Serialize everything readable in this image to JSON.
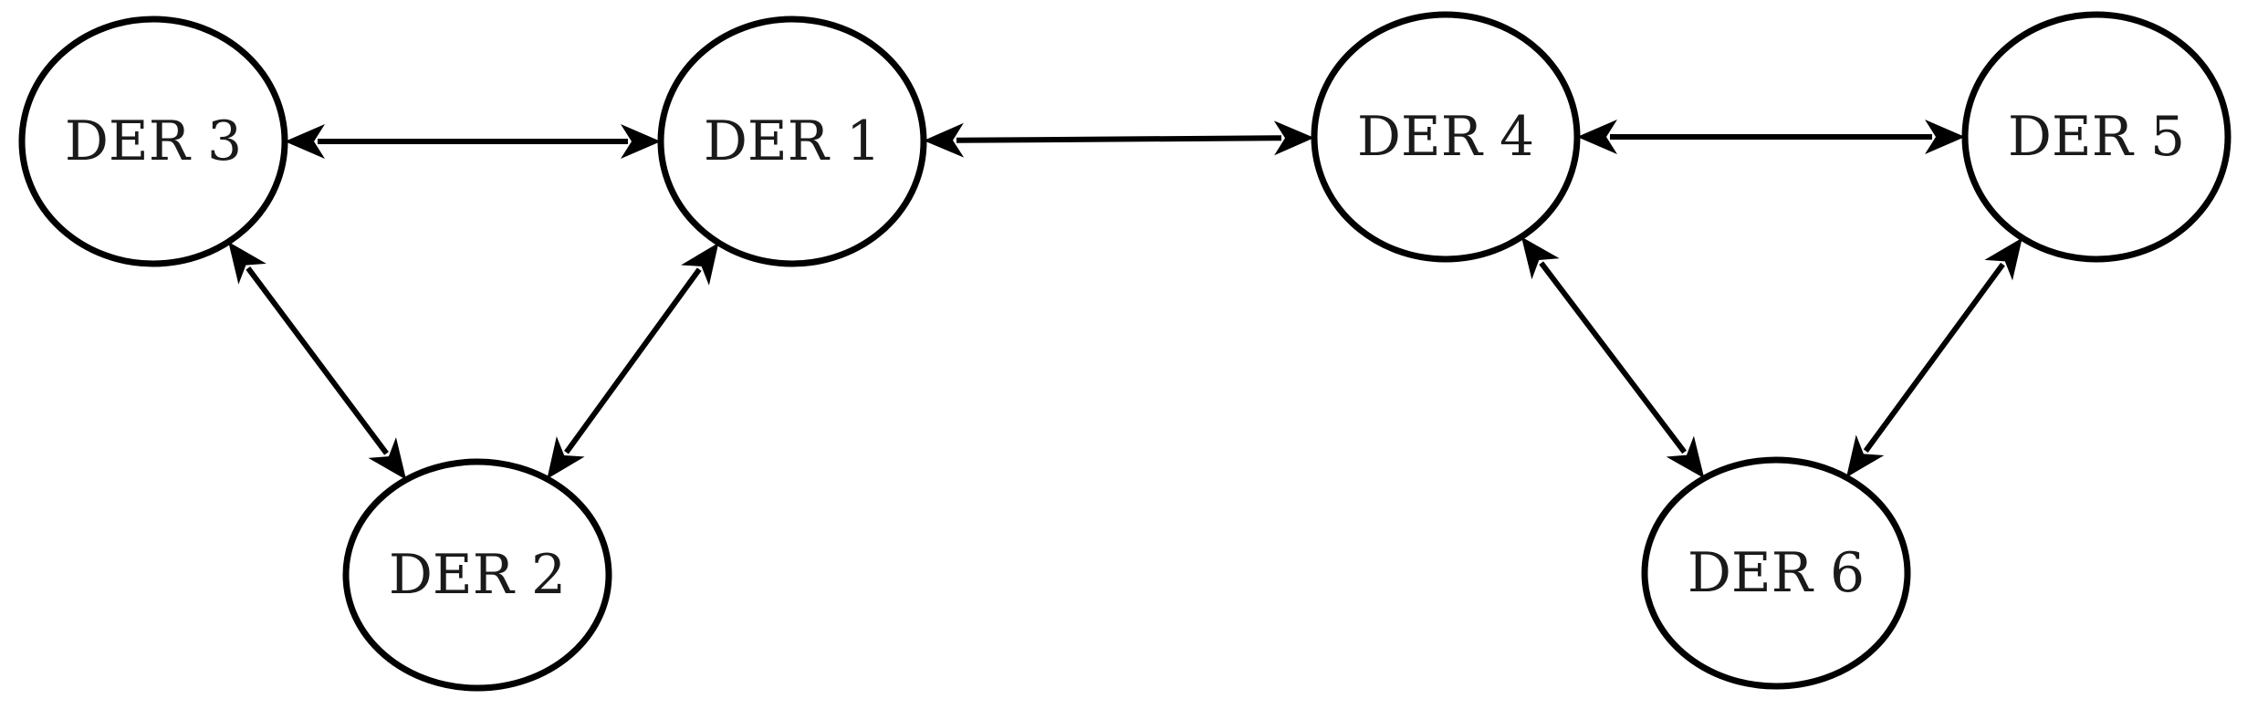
{
  "diagram": {
    "nodes": [
      {
        "id": "der3",
        "label": "DER 3"
      },
      {
        "id": "der1",
        "label": "DER 1"
      },
      {
        "id": "der4",
        "label": "DER 4"
      },
      {
        "id": "der5",
        "label": "DER 5"
      },
      {
        "id": "der2",
        "label": "DER 2"
      },
      {
        "id": "der6",
        "label": "DER 6"
      }
    ],
    "edges": [
      {
        "from": "der3",
        "to": "der1",
        "direction": "bidirectional"
      },
      {
        "from": "der1",
        "to": "der4",
        "direction": "bidirectional"
      },
      {
        "from": "der4",
        "to": "der5",
        "direction": "bidirectional"
      },
      {
        "from": "der3",
        "to": "der2",
        "direction": "bidirectional"
      },
      {
        "from": "der1",
        "to": "der2",
        "direction": "bidirectional"
      },
      {
        "from": "der4",
        "to": "der6",
        "direction": "bidirectional"
      },
      {
        "from": "der5",
        "to": "der6",
        "direction": "bidirectional"
      }
    ]
  }
}
